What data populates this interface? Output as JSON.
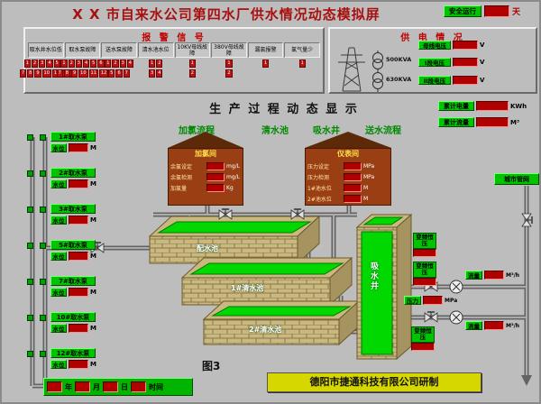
{
  "title": "X X 市自来水公司第四水厂供水情况动态模拟屏",
  "safety": {
    "label": "安全运行",
    "value": "",
    "unit": "天"
  },
  "alarm": {
    "title": "报 警 信 号",
    "groups": [
      {
        "label": "取水井水位低",
        "row1": [
          "1",
          "2",
          "3",
          "4",
          "5",
          "6"
        ],
        "row2": [
          "7",
          "8",
          "9",
          "10",
          "11",
          "12"
        ]
      },
      {
        "label": "取水泵故障",
        "row1": [
          "1",
          "2",
          "3",
          "4",
          "5",
          "6"
        ],
        "row2": [
          "7",
          "8",
          "9",
          "10",
          "11",
          "12"
        ]
      },
      {
        "label": "送水泵故障",
        "row1": [
          "1",
          "2",
          "3",
          "4"
        ],
        "row2": [
          "5",
          "6",
          "7"
        ]
      },
      {
        "label": "清水池水位",
        "row1": [
          "1",
          "2"
        ],
        "row2": [
          "3",
          "4"
        ]
      },
      {
        "label": "10KV母线故障",
        "row1": [
          "1"
        ],
        "row2": [
          "2"
        ]
      },
      {
        "label": "380V母线故障",
        "row1": [
          "1"
        ],
        "row2": [
          "2"
        ]
      },
      {
        "label": "漏氯报警",
        "row1": [
          "1"
        ],
        "row2": []
      },
      {
        "label": "氯气量少",
        "row1": [
          "1"
        ],
        "row2": []
      }
    ]
  },
  "power": {
    "title": "供 电 情 况",
    "bus_label": "母线电压",
    "bus_unit": "V",
    "t1": "500KVA",
    "t2": "630KVA",
    "sec1_label": "I段电压",
    "sec1_unit": "V",
    "sec2_label": "II段电压",
    "sec2_unit": "V"
  },
  "totals": {
    "energy_label": "累计电量",
    "energy_unit": "KWh",
    "flow_label": "累计流量",
    "flow_unit": "M³"
  },
  "process": {
    "title": "生 产 过 程 动 态 显 示",
    "stages": [
      "加氯流程",
      "清水池",
      "吸水井",
      "送水流程"
    ]
  },
  "pumps": [
    {
      "name": "1#取水泵",
      "level_label": "水位",
      "level_value": "",
      "level_unit": "M"
    },
    {
      "name": "2#取水泵",
      "level_label": "水位",
      "level_value": "",
      "level_unit": "M"
    },
    {
      "name": "3#取水泵",
      "level_label": "水位",
      "level_value": "",
      "level_unit": "M"
    },
    {
      "name": "5#取水泵",
      "level_label": "水位",
      "level_value": "",
      "level_unit": "M"
    },
    {
      "name": "7#取水泵",
      "level_label": "水位",
      "level_value": "",
      "level_unit": "M"
    },
    {
      "name": "10#取水泵",
      "level_label": "水位",
      "level_value": "",
      "level_unit": "M"
    },
    {
      "name": "12#取水泵",
      "level_label": "水位",
      "level_value": "",
      "level_unit": "M"
    }
  ],
  "chlorine_house": {
    "name": "加氯间",
    "rows": [
      {
        "label": "余氯设定",
        "value": "",
        "unit": "mg/L"
      },
      {
        "label": "余氯检测",
        "value": "",
        "unit": "mg/L"
      },
      {
        "label": "加氯量",
        "value": "",
        "unit": "Kg"
      }
    ]
  },
  "meter_house": {
    "name": "仪表间",
    "rows": [
      {
        "label": "压力设定",
        "value": "",
        "unit": "MPa"
      },
      {
        "label": "压力检测",
        "value": "",
        "unit": "MPa"
      },
      {
        "label": "1#池水位",
        "value": "",
        "unit": "M"
      },
      {
        "label": "2#池水位",
        "value": "",
        "unit": "M"
      }
    ]
  },
  "tanks": {
    "t1": "配水池",
    "t2": "1#清水池",
    "t3": "2#清水池",
    "well": "吸水井"
  },
  "vfd_label": "变频恒压",
  "outputs": {
    "pressure_label": "压力",
    "pressure_value": "",
    "pressure_unit": "MPa",
    "flow_label": "流量",
    "flow_value": "",
    "flow_unit": "M³/h"
  },
  "network_label": "城市管网",
  "figure_label": "图3",
  "date_units": [
    "年",
    "月",
    "日",
    "时间"
  ],
  "footer": "德阳市捷通科技有限公司研制"
}
